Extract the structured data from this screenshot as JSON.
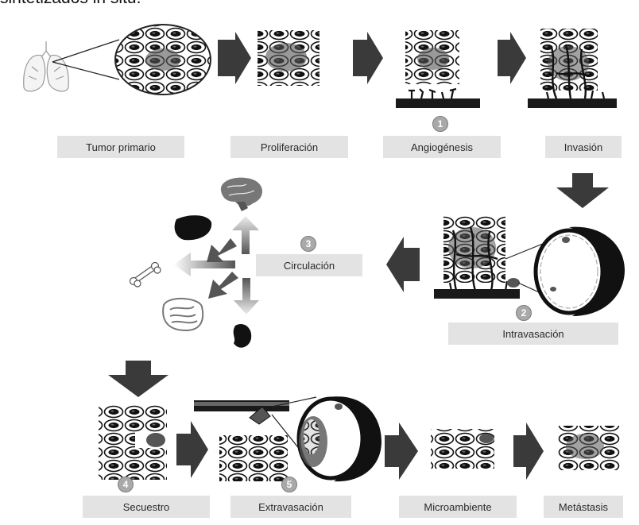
{
  "header": {
    "text": "sintetizados in situ."
  },
  "labels": {
    "tumor_primario": "Tumor primario",
    "proliferacion": "Proliferación",
    "angiogenesis": "Angiogénesis",
    "invasion": "Invasión",
    "circulacion": "Circulación",
    "intravasacion": "Intravasación",
    "secuestro": "Secuestro",
    "extravasacion": "Extravasación",
    "microambiente": "Microambiente",
    "metastasis": "Metástasis"
  },
  "steps": [
    "1",
    "2",
    "3",
    "4",
    "5"
  ],
  "colors": {
    "label_bg": "#e3e3e3",
    "arrow": "#3a3a3a",
    "badge": "#a9a9a9",
    "cell_fill": "#ffffff",
    "nucleus": "#111111",
    "tumor_cell": "#555555",
    "vessel": "#1a1a1a"
  }
}
